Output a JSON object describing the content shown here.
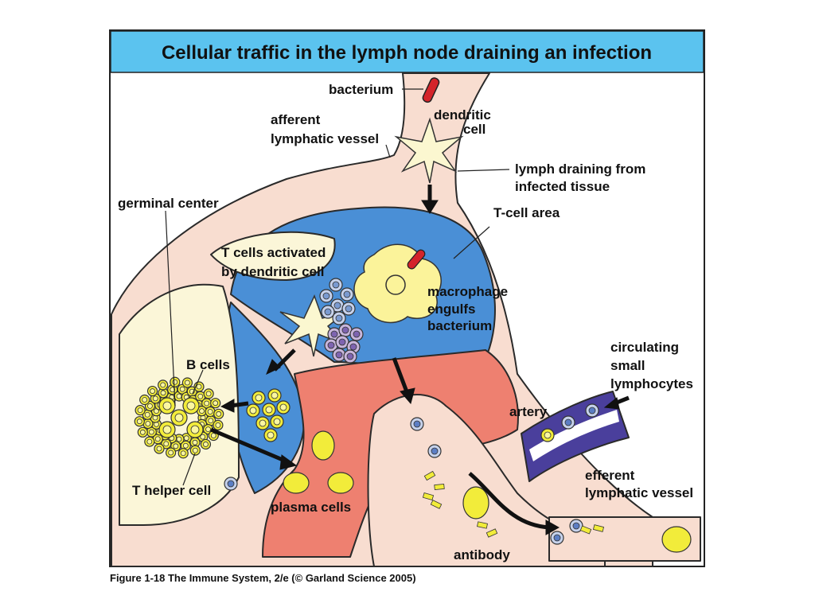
{
  "title": "Cellular traffic in the lymph node draining an infection",
  "caption": "Figure 1-18  The Immune System, 2/e (© Garland Science 2005)",
  "labels": {
    "bacterium": "bacterium",
    "dendritic_cell_1": "dendritic",
    "dendritic_cell_2": "cell",
    "afferent_1": "afferent",
    "afferent_2": "lymphatic vessel",
    "lymph_draining_1": "lymph draining from",
    "lymph_draining_2": "infected tissue",
    "germinal_center": "germinal center",
    "t_cell_area": "T-cell area",
    "t_cells_activated_1": "T cells activated",
    "t_cells_activated_2": "by dendritic cell",
    "macrophage_1": "macrophage",
    "macrophage_2": "engulfs",
    "macrophage_3": "bacterium",
    "b_cells": "B cells",
    "circulating_1": "circulating",
    "circulating_2": "small",
    "circulating_3": "lymphocytes",
    "artery": "artery",
    "t_helper_cell": "T helper cell",
    "plasma_cells": "plasma cells",
    "efferent_1": "efferent",
    "efferent_2": "lymphatic vessel",
    "antibody": "antibody"
  },
  "colors": {
    "title_bar": "#5bc3ef",
    "node_body": "#f8ddd0",
    "t_cell_area": "#4a8fd6",
    "medulla": "#ee8070",
    "follicle": "#fbf6d8",
    "artery": "#4a3f9c",
    "b_cell": "#f2ec3a",
    "macrophage": "#fbf39a",
    "t_cell": "#8aa6d6",
    "bacterium": "#d4242a"
  }
}
